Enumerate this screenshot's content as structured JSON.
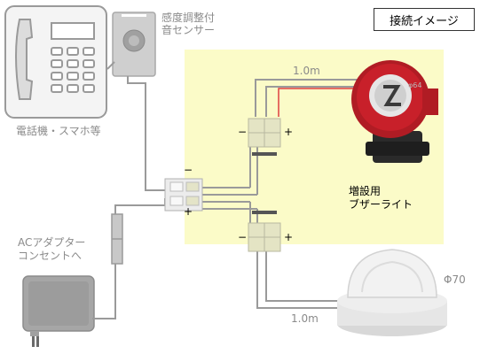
{
  "title": "接続イメージ",
  "devices": {
    "phone_label": "電話機・スマホ等",
    "sensor_label_line1": "感度調整付",
    "sensor_label_line2": "音センサー",
    "adapter_label_line1": "ACアダプター",
    "adapter_label_line2": "コンセントへ",
    "buzzer_label_line1": "増設用",
    "buzzer_label_line2": "ブザーライト",
    "buzzer_size": "φ64",
    "light_size": "Φ70"
  },
  "cables": {
    "top_length": "1.0m",
    "bottom_length": "1.0m"
  },
  "polarity": {
    "minus": "−",
    "plus": "+"
  },
  "colors": {
    "highlight_area": "#fbfbc8",
    "wire_gray": "#9a9a9a",
    "wire_red": "#e04040",
    "buzzer_red": "#c8202a"
  }
}
